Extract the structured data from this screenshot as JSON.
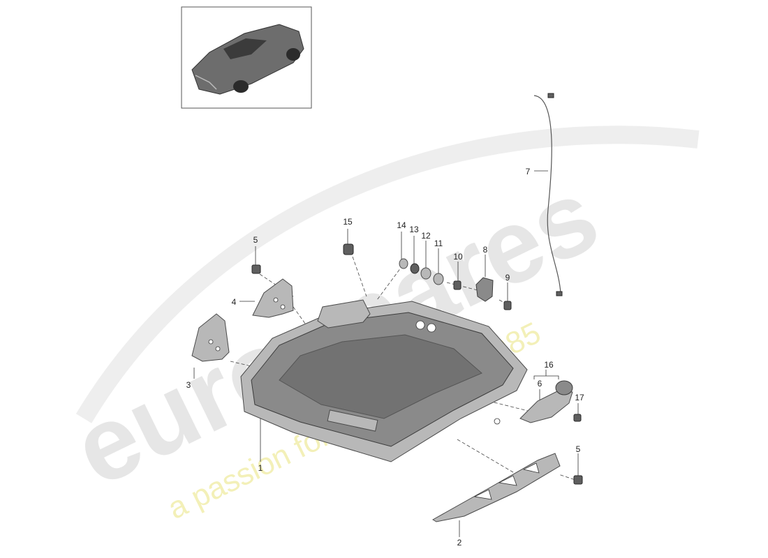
{
  "watermark": {
    "brand": "eurospares",
    "tagline": "a passion for parts since 1985"
  },
  "thumbnail": {
    "icon": "car-thumbnail-icon"
  },
  "callouts": [
    {
      "id": "c1",
      "text": "1"
    },
    {
      "id": "c2",
      "text": "2"
    },
    {
      "id": "c3",
      "text": "3"
    },
    {
      "id": "c4",
      "text": "4"
    },
    {
      "id": "c5a",
      "text": "5"
    },
    {
      "id": "c5b",
      "text": "5"
    },
    {
      "id": "c6",
      "text": "6"
    },
    {
      "id": "c7",
      "text": "7"
    },
    {
      "id": "c8",
      "text": "8"
    },
    {
      "id": "c9",
      "text": "9"
    },
    {
      "id": "c10",
      "text": "10"
    },
    {
      "id": "c11",
      "text": "11"
    },
    {
      "id": "c12",
      "text": "12"
    },
    {
      "id": "c13",
      "text": "13"
    },
    {
      "id": "c14",
      "text": "14"
    },
    {
      "id": "c15",
      "text": "15"
    },
    {
      "id": "c16",
      "text": "16"
    },
    {
      "id": "c17",
      "text": "17"
    }
  ]
}
